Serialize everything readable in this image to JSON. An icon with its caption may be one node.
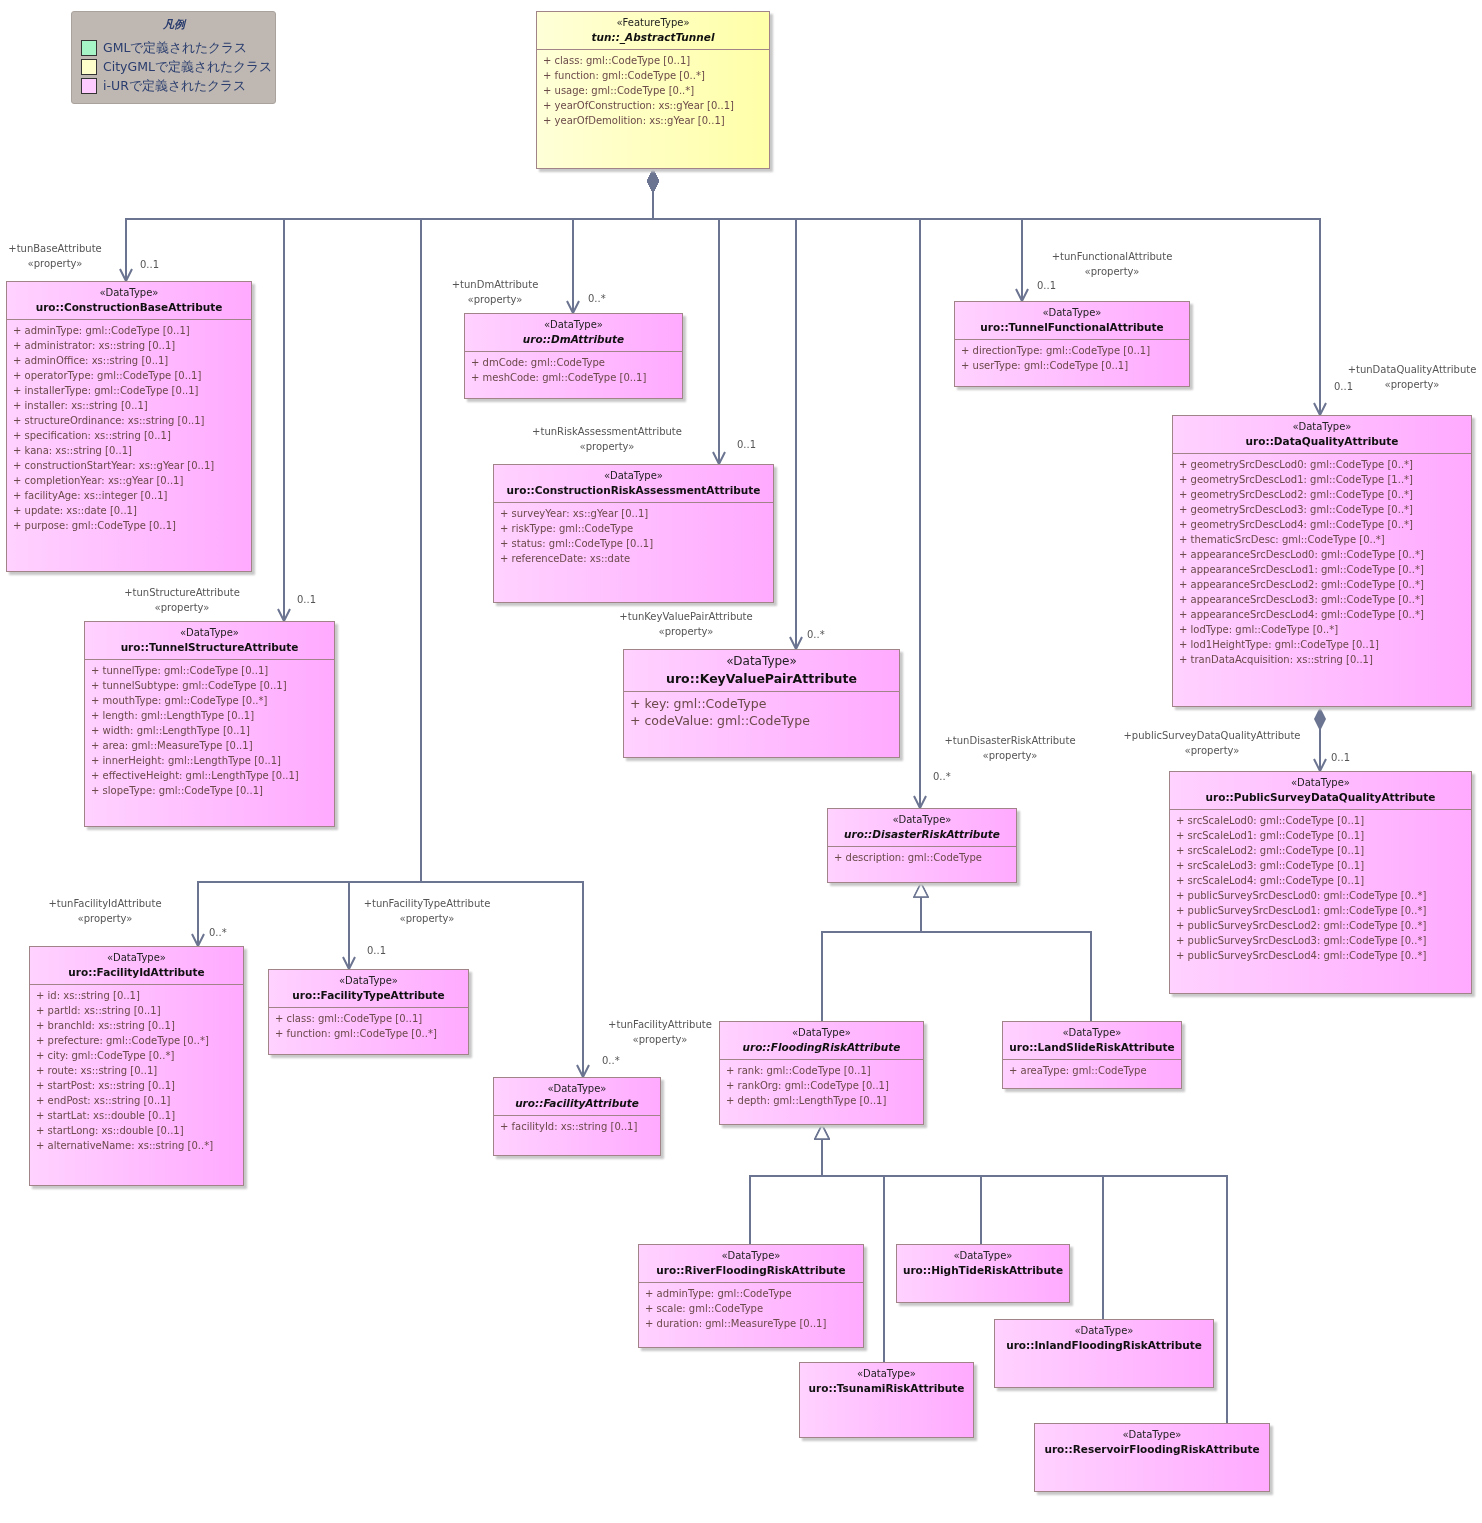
{
  "diagram": {
    "nodes": [
      {
        "text": [
          "«FeatureType»",
          "tun::_AbstractTunnel",
          "+ class: gml::CodeType [0..1]",
          "+ function: gml::CodeType [0..*]",
          "+ usage: gml::CodeType [0..*]",
          "+ yearOfConstruction: xs::gYear [0..1]",
          "+ yearOfDemolition: xs::gYear [0..1]"
        ]
      },
      {
        "text": [
          "«DataType»",
          "uro::ConstructionBaseAttribute",
          "+ adminType: gml::CodeType [0..1]",
          "+ administrator: xs::string [0..1]",
          "+ adminOffice: xs::string [0..1]",
          "+ operatorType: gml::CodeType [0..1]",
          "+ installerType: gml::CodeType [0..1]",
          "+ installer: xs::string [0..1]",
          "+ structureOrdinance: xs::string [0..1]",
          "+ specification: xs::string [0..1]",
          "+ kana: xs::string [0..1]",
          "+ constructionStartYear: xs::gYear [0..1]",
          "+ completionYear: xs::gYear [0..1]",
          "+ facilityAge: xs::integer [0..1]",
          "+ update: xs::date [0..1]",
          "+ purpose: gml::CodeType [0..1]"
        ]
      },
      {
        "text": [
          "«DataType»",
          "uro::DmAttribute",
          "+ dmCode: gml::CodeType",
          "+ meshCode: gml::CodeType [0..1]"
        ]
      },
      {
        "text": [
          "«DataType»",
          "uro::TunnelFunctionalAttribute",
          "+ directionType: gml::CodeType [0..1]",
          "+ userType: gml::CodeType [0..1]"
        ]
      },
      {
        "text": [
          "«DataType»",
          "uro::DataQualityAttribute",
          "+ geometrySrcDescLod0: gml::CodeType [0..*]",
          "+ geometrySrcDescLod1: gml::CodeType [1..*]",
          "+ geometrySrcDescLod2: gml::CodeType [0..*]",
          "+ geometrySrcDescLod3: gml::CodeType [0..*]",
          "+ geometrySrcDescLod4: gml::CodeType [0..*]",
          "+ thematicSrcDesc: gml::CodeType [0..*]",
          "+ appearanceSrcDescLod0: gml::CodeType [0..*]",
          "+ appearanceSrcDescLod1: gml::CodeType [0..*]",
          "+ appearanceSrcDescLod2: gml::CodeType [0..*]",
          "+ appearanceSrcDescLod3: gml::CodeType [0..*]",
          "+ appearanceSrcDescLod4: gml::CodeType [0..*]",
          "+ lodType: gml::CodeType [0..*]",
          "+ lod1HeightType: gml::CodeType [0..1]",
          "+ tranDataAcquisition: xs::string [0..1]"
        ]
      },
      {
        "text": [
          "«DataType»",
          "uro::ConstructionRiskAssessmentAttribute",
          "+ surveyYear: xs::gYear [0..1]",
          "+ riskType: gml::CodeType",
          "+ status: gml::CodeType [0..1]",
          "+ referenceDate: xs::date"
        ]
      },
      {
        "text": [
          "«DataType»",
          "uro::TunnelStructureAttribute",
          "+ tunnelType: gml::CodeType [0..1]",
          "+ tunnelSubtype: gml::CodeType [0..1]",
          "+ mouthType: gml::CodeType [0..*]",
          "+ length: gml::LengthType [0..1]",
          "+ width: gml::LengthType [0..1]",
          "+ area: gml::MeasureType [0..1]",
          "+ innerHeight: gml::LengthType [0..1]",
          "+ effectiveHeight: gml::LengthType [0..1]",
          "+ slopeType: gml::CodeType [0..1]"
        ]
      },
      {
        "text": [
          "«DataType»",
          "uro::KeyValuePairAttribute",
          "+ key: gml::CodeType",
          "+ codeValue: gml::CodeType"
        ]
      },
      {
        "text": [
          "«DataType»",
          "uro::DisasterRiskAttribute",
          "+ description: gml::CodeType"
        ]
      },
      {
        "text": [
          "«DataType»",
          "uro::PublicSurveyDataQualityAttribute",
          "+ srcScaleLod0: gml::CodeType [0..1]",
          "+ srcScaleLod1: gml::CodeType [0..1]",
          "+ srcScaleLod2: gml::CodeType [0..1]",
          "+ srcScaleLod3: gml::CodeType [0..1]",
          "+ srcScaleLod4: gml::CodeType [0..1]",
          "+ publicSurveySrcDescLod0: gml::CodeType [0..*]",
          "+ publicSurveySrcDescLod1: gml::CodeType [0..*]",
          "+ publicSurveySrcDescLod2: gml::CodeType [0..*]",
          "+ publicSurveySrcDescLod3: gml::CodeType [0..*]",
          "+ publicSurveySrcDescLod4: gml::CodeType [0..*]"
        ]
      },
      {
        "text": [
          "«DataType»",
          "uro::FacilityIdAttribute",
          "+ id: xs::string [0..1]",
          "+ partId: xs::string [0..1]",
          "+ branchId: xs::string [0..1]",
          "+ prefecture: gml::CodeType [0..*]",
          "+ city: gml::CodeType [0..*]",
          "+ route: xs::string [0..1]",
          "+ startPost: xs::string [0..1]",
          "+ endPost: xs::string [0..1]",
          "+ startLat: xs::double [0..1]",
          "+ startLong: xs::double [0..1]",
          "+ alternativeName: xs::string [0..*]"
        ]
      },
      {
        "text": [
          "«DataType»",
          "uro::FacilityTypeAttribute",
          "+ class: gml::CodeType [0..1]",
          "+ function: gml::CodeType [0..*]"
        ]
      },
      {
        "text": [
          "«DataType»",
          "uro::FacilityAttribute",
          "+ facilityId: xs::string [0..1]"
        ]
      },
      {
        "text": [
          "«DataType»",
          "uro::FloodingRiskAttribute",
          "+ rank: gml::CodeType [0..1]",
          "+ rankOrg: gml::CodeType [0..1]",
          "+ depth: gml::LengthType [0..1]"
        ]
      },
      {
        "text": [
          "«DataType»",
          "uro::LandSlideRiskAttribute",
          "+ areaType: gml::CodeType"
        ]
      },
      {
        "text": [
          "«DataType»",
          "uro::RiverFloodingRiskAttribute",
          "+ adminType: gml::CodeType",
          "+ scale: gml::CodeType",
          "+ duration: gml::MeasureType [0..1]"
        ]
      },
      {
        "text": [
          "«DataType»",
          "uro::HighTideRiskAttribute"
        ]
      },
      {
        "text": [
          "«DataType»",
          "uro::InlandFloodingRiskAttribute"
        ]
      },
      {
        "text": [
          "«DataType»",
          "uro::TsunamiRiskAttribute"
        ]
      },
      {
        "text": [
          "«DataType»",
          "uro::ReservoirFloodingRiskAttribute"
        ]
      }
    ],
    "edges": [
      {
        "from": 0,
        "to": 1,
        "arrow": "to",
        "label": "+tunBaseAttribute «property»"
      },
      {
        "from": 0,
        "to": 2,
        "arrow": "to",
        "label": "+tunDmAttribute «property»"
      },
      {
        "from": 0,
        "to": 3,
        "arrow": "to",
        "label": "+tunFunctionalAttribute «property»"
      },
      {
        "from": 0,
        "to": 4,
        "arrow": "to",
        "label": "+tunDataQualityAttribute «property»"
      },
      {
        "from": 0,
        "to": 5,
        "arrow": "to",
        "label": "+tunRiskAssessmentAttribute «property»"
      },
      {
        "from": 0,
        "to": 6,
        "arrow": "to",
        "label": "+tunStructureAttribute «property»"
      },
      {
        "from": 0,
        "to": 7,
        "arrow": "to",
        "label": "+tunKeyValuePairAttribute «property»"
      },
      {
        "from": 0,
        "to": 8,
        "arrow": "to",
        "label": "+tunDisasterRiskAttribute «property»"
      },
      {
        "from": 0,
        "to": 10,
        "arrow": "to",
        "label": "+tunFacilityIdAttribute «property»"
      },
      {
        "from": 0,
        "to": 11,
        "arrow": "to",
        "label": "+tunFacilityTypeAttribute «property»"
      },
      {
        "from": 0,
        "to": 12,
        "arrow": "to",
        "label": "+tunFacilityAttribute «property»"
      },
      {
        "from": 4,
        "to": 9,
        "arrow": "to",
        "label": "+publicSurveyDataQualityAttribute «property»"
      },
      {
        "from": 13,
        "to": 8,
        "arrow": "to"
      },
      {
        "from": 14,
        "to": 8,
        "arrow": "to"
      },
      {
        "from": 15,
        "to": 13,
        "arrow": "to"
      },
      {
        "from": 16,
        "to": 13,
        "arrow": "to"
      },
      {
        "from": 17,
        "to": 13,
        "arrow": "to"
      },
      {
        "from": 18,
        "to": 13,
        "arrow": "to"
      },
      {
        "from": 19,
        "to": 13,
        "arrow": "to"
      }
    ],
    "labels": [
      "凡例",
      "0..1",
      "0..*",
      "0..1",
      "0..1",
      "0..1",
      "0..1",
      "0..*",
      "0..*",
      "0..*",
      "0..1",
      "0..*",
      "0..1"
    ],
    "legend": [
      {
        "text": "GMLで定義されたクラス",
        "color": "#a6f5c6"
      },
      {
        "text": "CityGMLで定義されたクラス",
        "color": "#ffffcc"
      },
      {
        "text": "i-URで定義されたクラス",
        "color": "#ffccff"
      }
    ]
  }
}
